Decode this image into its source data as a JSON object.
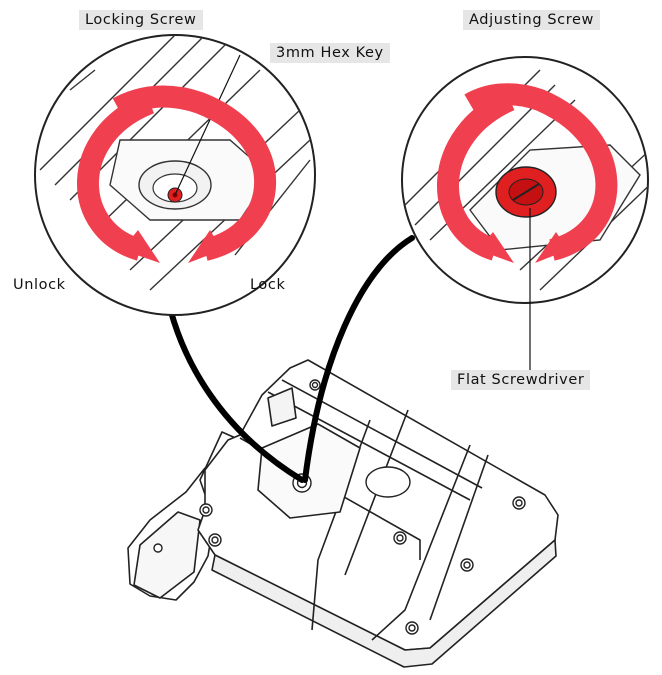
{
  "labels": {
    "locking_screw": "Locking Screw",
    "adjusting_screw": "Adjusting Screw",
    "hex_key": "3mm Hex Key",
    "flat_screwdriver": "Flat Screwdriver",
    "unlock": "Unlock",
    "lock": "Lock"
  },
  "colors": {
    "arrow": "#f04050",
    "screw_red": "#e02020",
    "line": "#111111",
    "label_bg": "#e6e6e6"
  }
}
